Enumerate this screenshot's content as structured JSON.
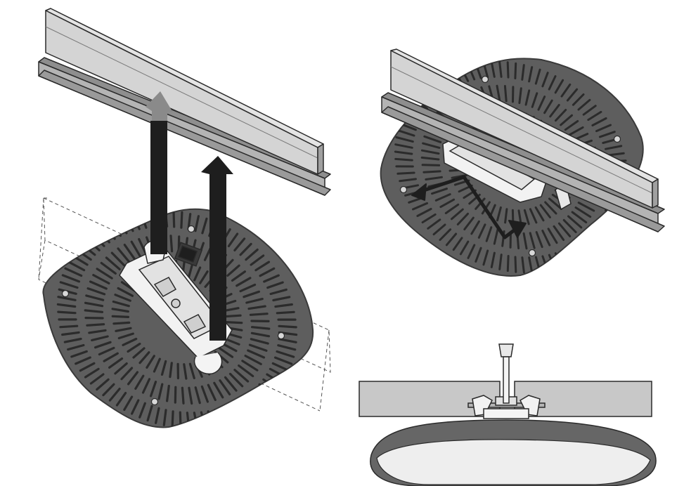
{
  "figure": {
    "panels": [
      {
        "id": "panel-attach",
        "description_visible": false
      },
      {
        "id": "panel-rotate",
        "description_visible": false
      },
      {
        "id": "panel-release",
        "description_visible": false
      }
    ],
    "colors": {
      "ap_body": "#5e5e5e",
      "ap_edge": "#3a3a3a",
      "slot": "#2b2b2b",
      "rail_light": "#d4d4d4",
      "rail_mid": "#b4b4b4",
      "rail_dark": "#8e8e8e",
      "bracket": "#f2f2f2",
      "arrow_dark": "#1e1e1e",
      "arrow_grey": "#8a8a8a",
      "tile": "#c8c8c8",
      "dome": "#666666",
      "dome_highlight": "#eeeeee",
      "outline": "#2a2a2a"
    },
    "icons": [
      "ceiling-rail",
      "access-point",
      "mounting-bracket",
      "up-arrow",
      "rotate-arrow",
      "screwdriver"
    ]
  }
}
